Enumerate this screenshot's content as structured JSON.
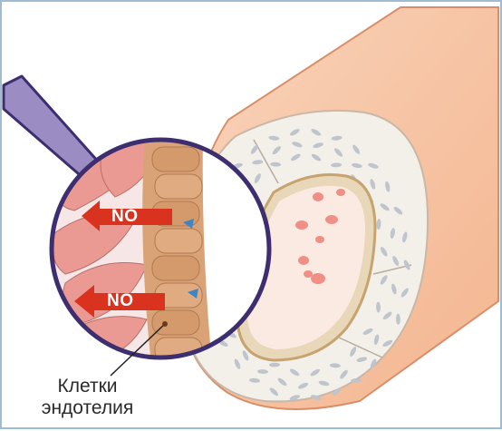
{
  "labels": {
    "no_top": "NO",
    "no_bottom": "NO",
    "caption_line1": "Клетки",
    "caption_line2": "эндотелия"
  },
  "colors": {
    "vessel_outer": "#f7c3a2",
    "vessel_outer_edge": "#d98e6a",
    "muscle_layer": "#f2efea",
    "muscle_cell": "#bfc5cc",
    "lumen": "#fbeae2",
    "blood_cell": "#ef8f86",
    "endothelium": "#d9a277",
    "smooth_muscle_cell": "#ea9a93",
    "no_arrow": "#d9331f",
    "magnifier_rim": "#3d2f6f",
    "magnifier_handle": "#9b8dc4",
    "border": "#9fbcd3"
  },
  "icons": [
    "magnifier-icon",
    "no-arrow-icon"
  ]
}
